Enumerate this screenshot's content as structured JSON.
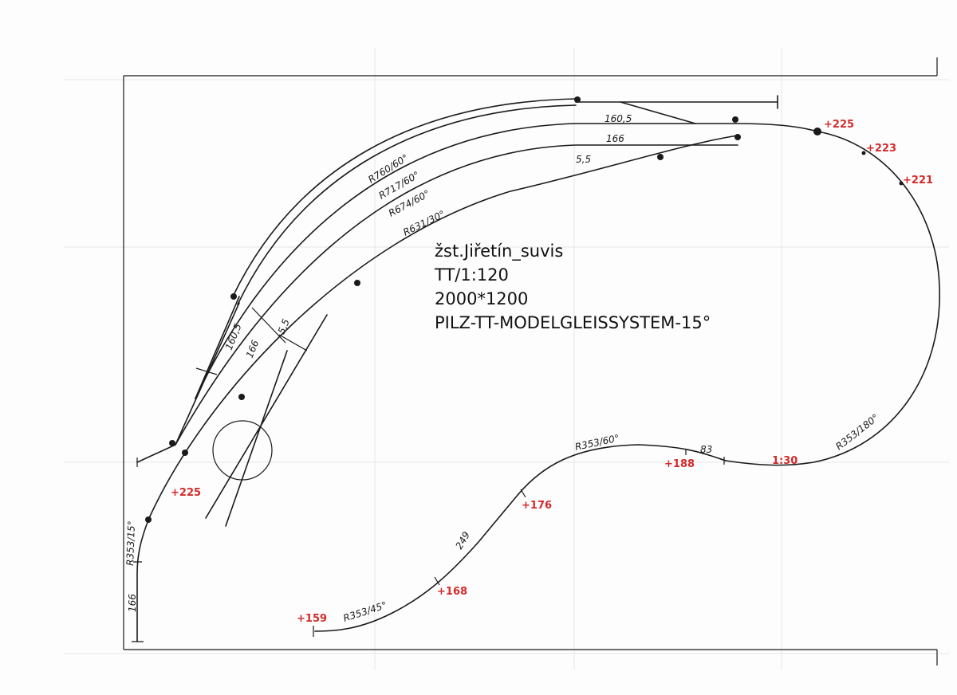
{
  "title_block": {
    "line1": "žst.Jiřetín_suvis",
    "line2": "TT/1:120",
    "line3": "2000*1200",
    "line4": "PILZ-TT-MODELGLEISSYSTEM-15°"
  },
  "track_labels": {
    "r760": "R760/60°",
    "r717": "R717/60°",
    "r674": "R674/60°",
    "r631": "R631/30°",
    "d160_5_top": "160,5",
    "d166_top": "166",
    "d55_top": "5,5",
    "d160_5_left": "160,5",
    "d166_left": "166",
    "d55_left": "5,5",
    "r353_15": "R353/15°",
    "d166_bottom": "166",
    "r353_45": "R353/45°",
    "d249": "249",
    "r353_60": "R353/60°",
    "d83": "83",
    "r353_180": "R353/180°"
  },
  "heights": {
    "h225_top": "+225",
    "h223": "+223",
    "h221": "+221",
    "h225_left": "+225",
    "h188": "+188",
    "grade": "1:30",
    "h176": "+176",
    "h168": "+168",
    "h159": "+159"
  },
  "colors": {
    "ink": "#1a1a1a",
    "elevation": "#d42a2a"
  }
}
